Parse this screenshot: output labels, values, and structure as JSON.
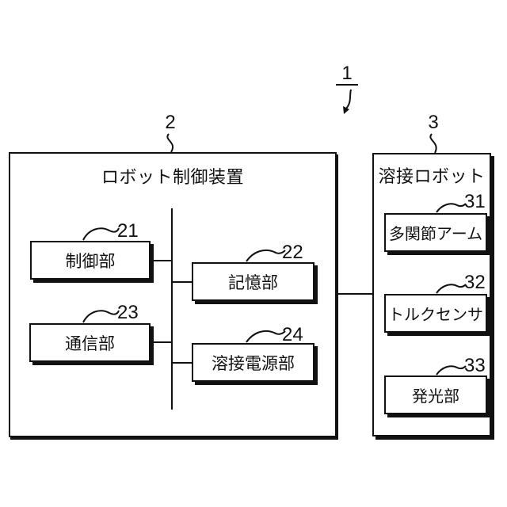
{
  "diagram": {
    "figure_ref": "1",
    "controller": {
      "ref": "2",
      "title": "ロボット制御装置",
      "blocks": [
        {
          "ref": "21",
          "label": "制御部"
        },
        {
          "ref": "22",
          "label": "記憶部"
        },
        {
          "ref": "23",
          "label": "通信部"
        },
        {
          "ref": "24",
          "label": "溶接電源部"
        }
      ]
    },
    "robot": {
      "ref": "3",
      "title": "溶接ロボット",
      "blocks": [
        {
          "ref": "31",
          "label": "多関節アーム"
        },
        {
          "ref": "32",
          "label": "トルクセンサ"
        },
        {
          "ref": "33",
          "label": "発光部"
        }
      ]
    },
    "colors": {
      "line": "#111111",
      "background": "#ffffff"
    }
  }
}
